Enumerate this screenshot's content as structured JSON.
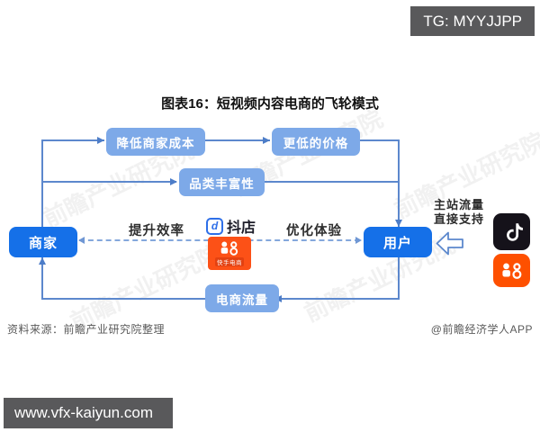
{
  "overlays": {
    "tg_badge": "TG: MYYJJPP",
    "site_bar": "www.vfx-kaiyun.com"
  },
  "title": "图表16：短视频内容电商的飞轮模式",
  "diagram": {
    "nodes": {
      "merchant": "商家",
      "user": "用户",
      "reduce_cost": "降低商家成本",
      "lower_price": "更低的价格",
      "category_richness": "品类丰富性",
      "ecommerce_traffic": "电商流量"
    },
    "edge_labels": {
      "efficiency": "提升效率",
      "experience": "优化体验"
    },
    "annotation": {
      "line1": "主站流量",
      "line2": "直接支持"
    },
    "logos": {
      "doudian_icon_letter": "d",
      "doudian": "抖店",
      "kuaishou_ec": "快手电商"
    },
    "colors": {
      "node_primary": "#1570e8",
      "node_secondary": "#7da9e8",
      "line": "#5c88cd",
      "kuaishou_orange": "#fe5000",
      "tiktok_black": "#15121a",
      "overlay_gray": "#59595b"
    }
  },
  "watermark": "前瞻产业研究院",
  "footer": {
    "source": "资料来源：前瞻产业研究院整理",
    "credit": "@前瞻经济学人APP"
  }
}
